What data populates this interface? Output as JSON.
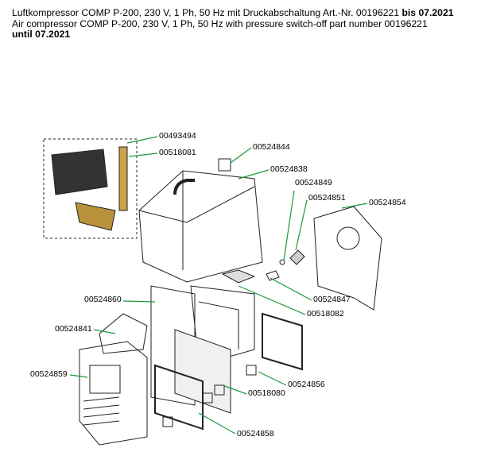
{
  "header": {
    "de_line": "Luftkompressor COMP P-200, 230 V, 1 Ph, 50 Hz mit Druckabschaltung Art.-Nr. 00196221",
    "de_bold": "bis 07.2021",
    "en_line": "Air compressor COMP P-200, 230 V, 1 Ph, 50 Hz with pressure switch-off part number 00196221",
    "en_bold": "until 07.2021"
  },
  "colors": {
    "leader": "#1a9a3a",
    "outline": "#222222"
  },
  "parts": [
    "00493494",
    "00518081",
    "00524844",
    "00524838",
    "00524849",
    "00524851",
    "00524854",
    "00524847",
    "00518082",
    "00524860",
    "00524841",
    "00524859",
    "00524856",
    "00518080",
    "00524858"
  ]
}
